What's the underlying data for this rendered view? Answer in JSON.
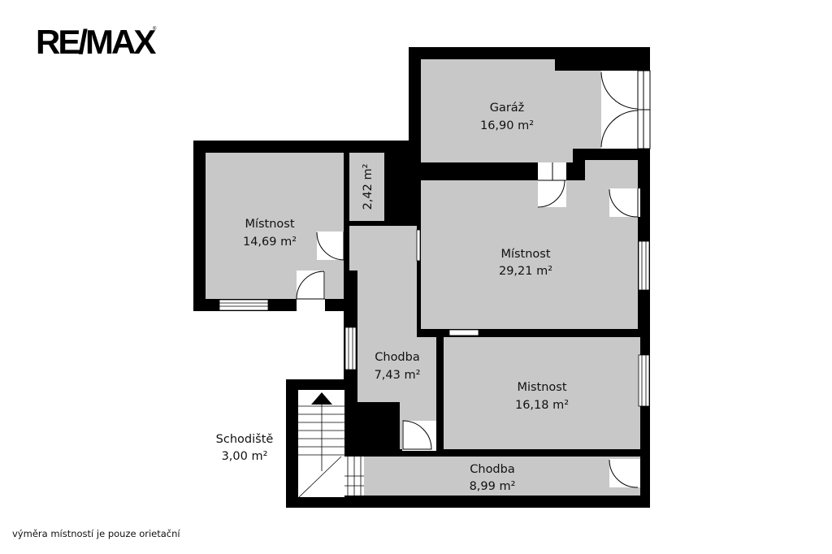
{
  "brand": {
    "logo_text": "RE/MAX"
  },
  "rooms": {
    "garaz": {
      "name": "Garáž",
      "area": "16,90 m²"
    },
    "closet": {
      "area": "2,42 m²"
    },
    "mistnost_left": {
      "name": "Místnost",
      "area": "14,69 m²"
    },
    "mistnost_big": {
      "name": "Místnost",
      "area": "29,21 m²"
    },
    "chodba_1": {
      "name": "Chodba",
      "area": "7,43 m²"
    },
    "mistnost_right": {
      "name": "Mistnost",
      "area": "16,18 m²"
    },
    "schodiste": {
      "name": "Schodiště",
      "area": "3,00 m²"
    },
    "chodba_2": {
      "name": "Chodba",
      "area": "8,99 m²"
    }
  },
  "footer": {
    "note": "výměra místností je pouze orietační"
  },
  "colors": {
    "wall": "#000000",
    "room": "#c8c8c8",
    "background": "#ffffff"
  }
}
